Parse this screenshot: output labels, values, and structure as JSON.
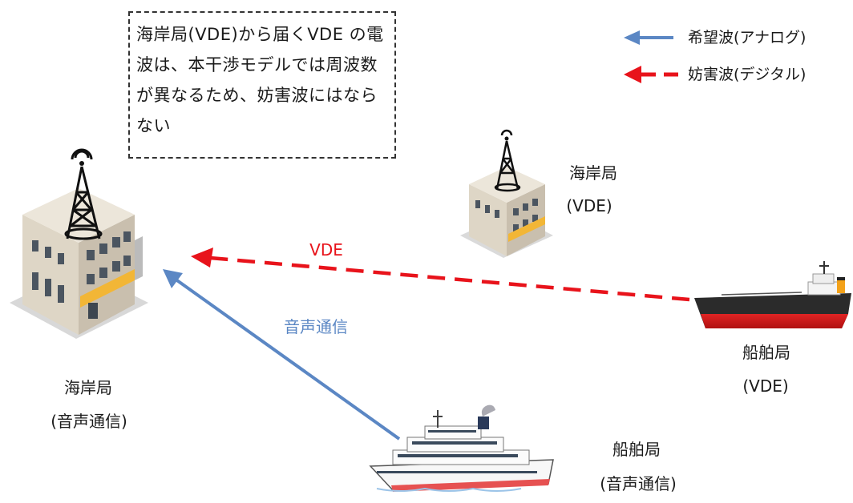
{
  "note_text": "海岸局(VDE)から届くVDE の電波は、本干渉モデルでは周波数が異なるため、妨害波にはならない",
  "legend": {
    "wanted": {
      "label": "希望波(アナログ)",
      "color": "#5b87c4",
      "style": "solid"
    },
    "interference": {
      "label": "妨害波(デジタル)",
      "color": "#e8131b",
      "style": "dashed"
    }
  },
  "stations": {
    "coast_voice": {
      "name": "海岸局",
      "sub": "(音声通信)"
    },
    "coast_vde": {
      "name": "海岸局",
      "sub": "(VDE)"
    },
    "ship_vde": {
      "name": "船舶局",
      "sub": "(VDE)"
    },
    "ship_voice": {
      "name": "船舶局",
      "sub": "(音声通信)"
    }
  },
  "links": {
    "vde": {
      "label": "VDE",
      "color": "#e8131b"
    },
    "voice": {
      "label": "音声通信",
      "color": "#5b87c4"
    }
  }
}
